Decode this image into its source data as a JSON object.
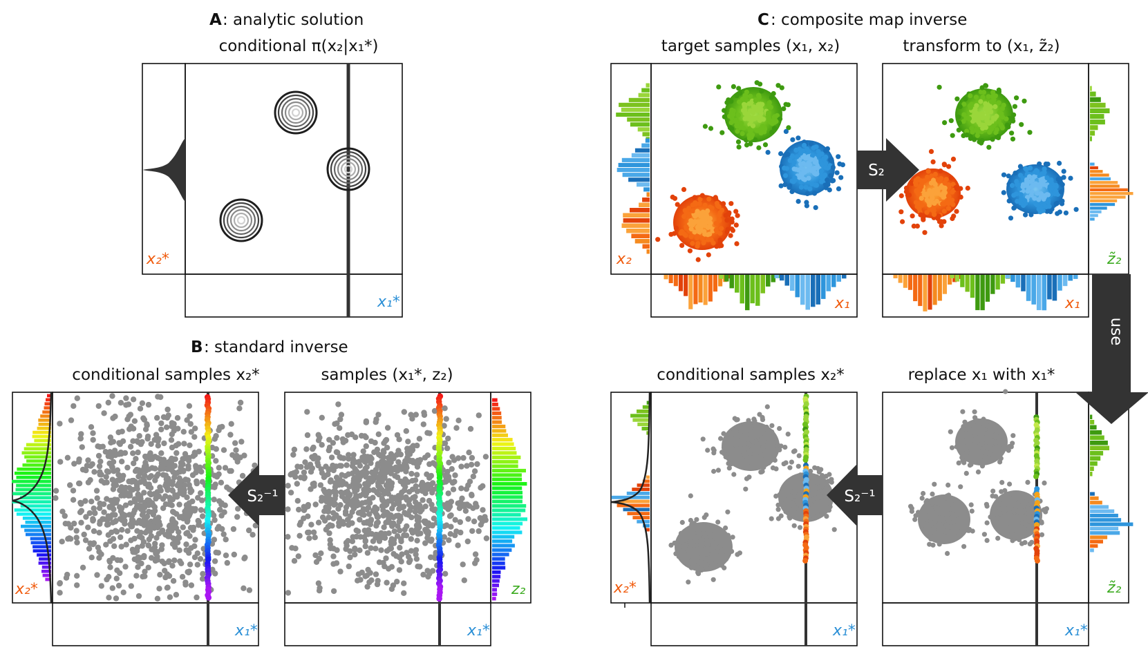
{
  "colors": {
    "orange": "#f05a0c",
    "blue": "#2a8fd6",
    "green": "#3aaa1e",
    "gray": "#8c8c8c",
    "dark": "#333333",
    "lime": "#7cc21e"
  },
  "panelA": {
    "letter": "A",
    "title": ":  analytic solution",
    "subtitle": "conditional π(x₂|x₁*)",
    "ylabel": "x₂*",
    "xlabel": "x₁*"
  },
  "panelB": {
    "letter": "B",
    "title": ":  standard inverse",
    "left_title": "conditional samples x₂*",
    "right_title": "samples (x₁*, z₂)",
    "left_ylabel": "x₂*",
    "left_xlabel": "x₁*",
    "right_ylabel": "z₂",
    "right_xlabel": "x₁*",
    "arrow_label": "S₂⁻¹"
  },
  "panelC": {
    "letter": "C",
    "title": ":  composite map inverse",
    "tl_title": "target samples (x₁, x₂)",
    "tr_title": "transform to (x₁, z̃₂)",
    "bl_title": "conditional samples x₂*",
    "br_title": "replace x₁ with x₁*",
    "tl_ylabel": "x₂",
    "tl_xlabel": "x₁",
    "tr_ylabel": "z̃₂",
    "tr_xlabel": "x₁",
    "bl_ylabel": "x₂*",
    "bl_xlabel": "x₁*",
    "br_ylabel": "z̃₂",
    "br_xlabel": "x₁*",
    "arrow_s2": "S₂",
    "arrow_use": "use",
    "arrow_s2inv": "S₂⁻¹"
  }
}
